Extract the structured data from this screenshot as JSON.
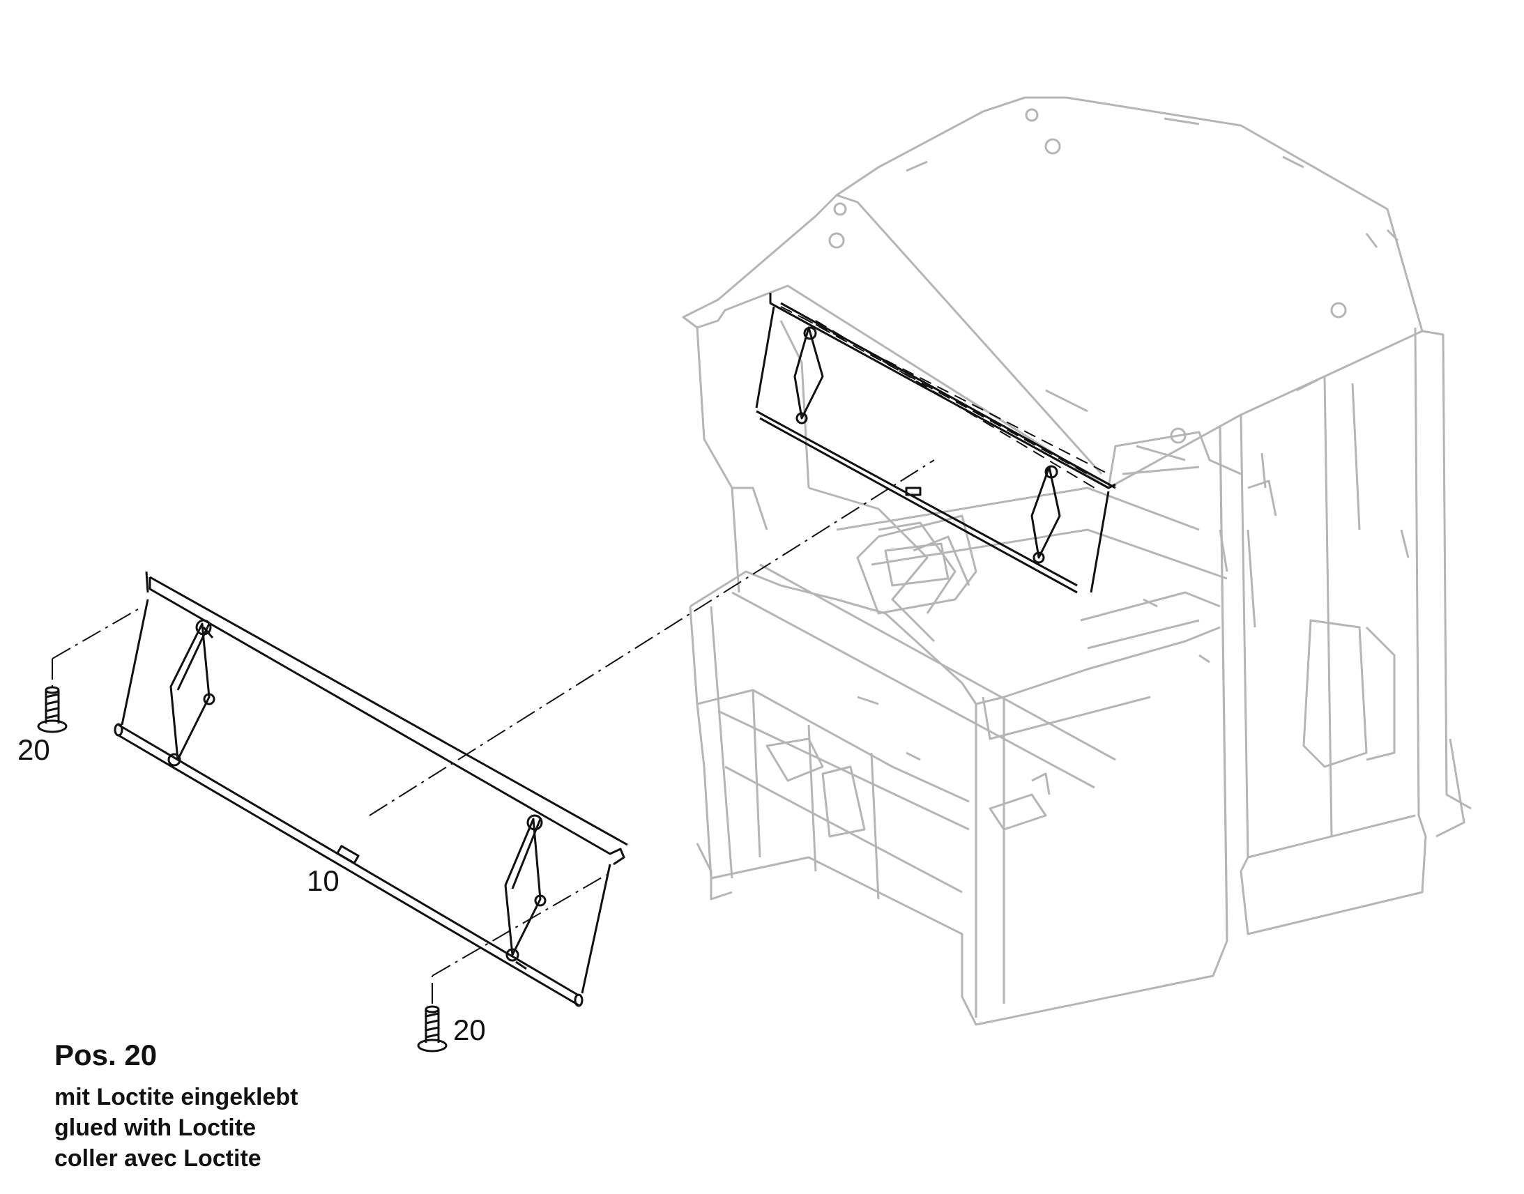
{
  "callouts": {
    "part_10": "10",
    "screw_left": "20",
    "screw_right": "20"
  },
  "note": {
    "title": "Pos. 20",
    "lines": [
      "mit Loctite eingeklebt",
      "glued with Loctite",
      "coller avec Loctite"
    ]
  },
  "colors": {
    "part_line": "#111111",
    "cab_line": "#b5b5b5"
  }
}
